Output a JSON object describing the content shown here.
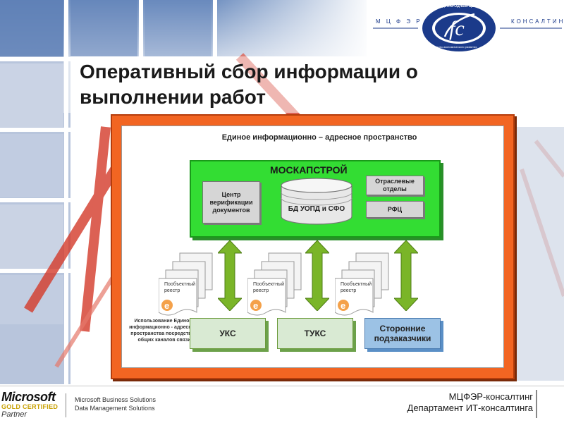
{
  "title": "Оперативный сбор информации о выполнении работ",
  "logo": {
    "left_text": "М Ц Ф Э Р",
    "right_text": "КОНСАЛТИНГ",
    "arc_top": "МЕЖДУНАРОДНЫЙ ЦЕНТР",
    "arc_bottom": "финансово-экономического развития"
  },
  "diagram": {
    "space_label": "Единое информационно – адресное пространство",
    "org_label": "МОСКАПСТРОЙ",
    "verification_center": "Центр верификации документов",
    "database": "БД УОПД и СФО",
    "sectoral_depts": "Отраслевые отделы",
    "rfc": "РФЦ",
    "registry_label": "Пообъектный реестр",
    "usage_text": "Использование Единого информационно - адресного пространства посредством общих каналов связи",
    "orgs": [
      "УКС",
      "ТУКС",
      "Сторонние подзаказчики"
    ]
  },
  "footer": {
    "ms_brand": "Microsoft",
    "ms_gold": "GOLD CERTIFIED",
    "ms_partner": "Partner",
    "ms_solutions_1": "Microsoft Business Solutions",
    "ms_solutions_2": "Data Management Solutions",
    "company": "МЦФЭР-консалтинг",
    "department": "Департамент ИТ-консалтинга"
  },
  "colors": {
    "frame": "#f26522",
    "green_block": "#33dd33",
    "arrow_green": "#7ab528",
    "blue_box": "#9cc2e5",
    "logo_blue": "#1b3a8a"
  }
}
